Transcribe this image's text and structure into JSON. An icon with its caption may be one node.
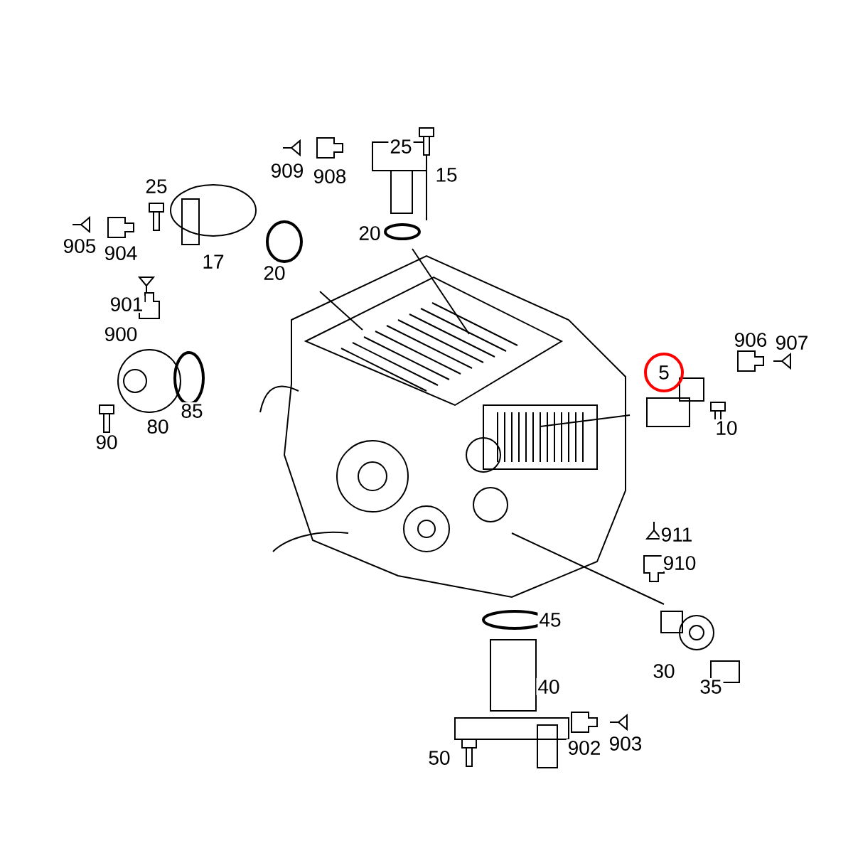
{
  "diagram": {
    "labels": [
      "25",
      "909",
      "908",
      "15",
      "25",
      "905",
      "904",
      "17",
      "20",
      "20",
      "901",
      "900",
      "906",
      "907",
      "5",
      "10",
      "85",
      "80",
      "90",
      "911",
      "910",
      "45",
      "30",
      "40",
      "35",
      "902",
      "903",
      "50"
    ]
  }
}
